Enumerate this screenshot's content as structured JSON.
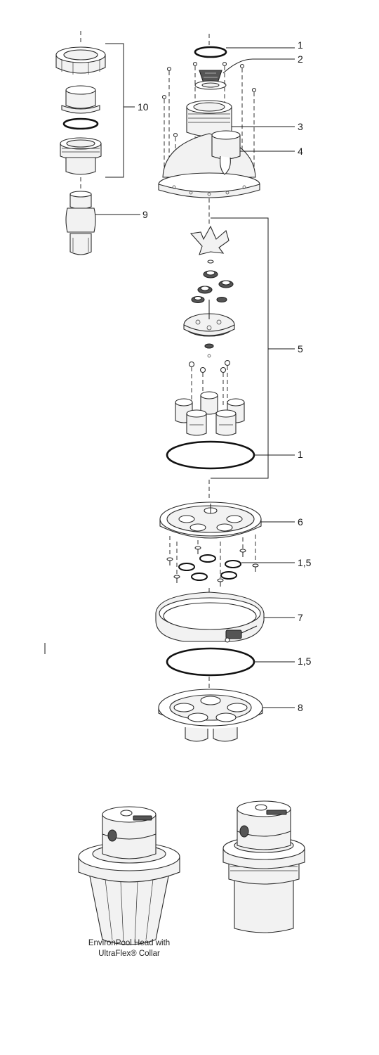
{
  "callouts": {
    "c1_top": "1",
    "c2": "2",
    "c3": "3",
    "c4": "4",
    "c10": "10",
    "c9": "9",
    "c5": "5",
    "c1_mid": "1",
    "c6": "6",
    "c15_a": "1,5",
    "c7": "7",
    "c15_b": "1,5",
    "c8": "8"
  },
  "caption": {
    "line1": "EnvironPool  Head with",
    "line2": "UltraFlex® Collar"
  }
}
